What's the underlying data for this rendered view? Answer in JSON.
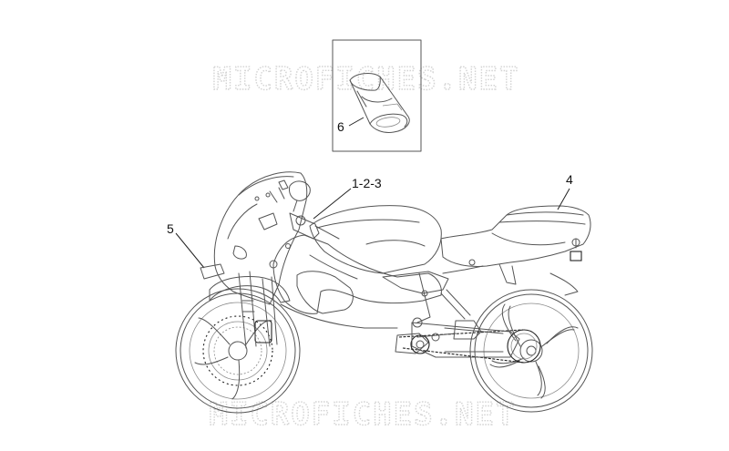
{
  "watermark": {
    "top": "MICROFICHES.NET",
    "bottom": "MICROFICHES.NET"
  },
  "callouts": {
    "c1": "1-2-3",
    "c4": "4",
    "c5": "5",
    "c6": "6"
  },
  "colors": {
    "line": "#555555",
    "watermark": "#d3d3d3",
    "text": "#111111"
  }
}
